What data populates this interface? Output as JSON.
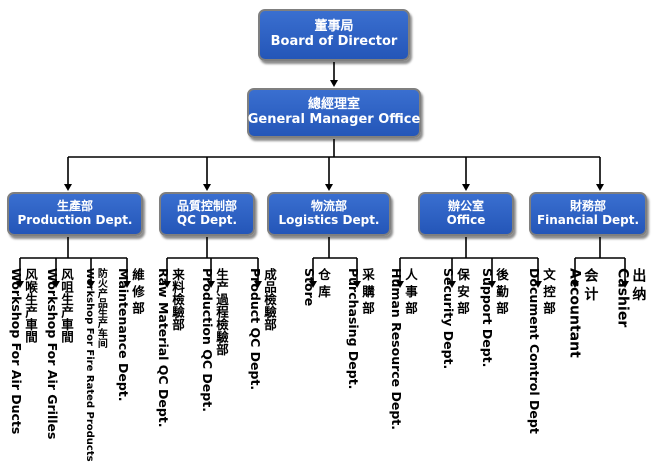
{
  "board": {
    "zh": "董事局",
    "en": "Board of Director"
  },
  "gm": {
    "zh": "總經理室",
    "en": "General Manager Office"
  },
  "departments": [
    {
      "zh": "生產部",
      "en": "Production  Dept.",
      "units": [
        {
          "zh": "风喉生产車間",
          "en": "Workshop For Air Ducts"
        },
        {
          "zh": "风咀生产車間",
          "en": "Workshop For Air Grilles"
        },
        {
          "zh": "防火产品生产车间",
          "en": "Workshop For Fire Rated Products"
        },
        {
          "zh": "維 修 部",
          "en": "Maintenance Dept."
        }
      ]
    },
    {
      "zh": "品質控制部",
      "en": "QC Dept.",
      "units": [
        {
          "zh": "来料檢驗部",
          "en": "Raw Material QC Dept."
        },
        {
          "zh": "生产過程檢驗部",
          "en": "Production QC Dept."
        },
        {
          "zh": "成品檢驗部",
          "en": "Product QC Dept."
        }
      ]
    },
    {
      "zh": "物流部",
      "en": "Logistics Dept.",
      "units": [
        {
          "zh": "仓 库",
          "en": "Store"
        },
        {
          "zh": "采 購 部",
          "en": "Purchasing Dept."
        }
      ]
    },
    {
      "zh": "辦公室",
      "en": "Office",
      "units": [
        {
          "zh": "人 事 部",
          "en": "Human Resource Dept."
        },
        {
          "zh": "保 安 部",
          "en": "Security Dept."
        },
        {
          "zh": "後 勤 部",
          "en": "Support Dept."
        },
        {
          "zh": "文 控 部",
          "en": "Document Control Dept"
        }
      ]
    },
    {
      "zh": "財務部",
      "en": "Financial Dept.",
      "units": [
        {
          "zh": "会 计",
          "en": "Accountant"
        },
        {
          "zh": "出 纳",
          "en": "Cashier"
        }
      ]
    }
  ]
}
